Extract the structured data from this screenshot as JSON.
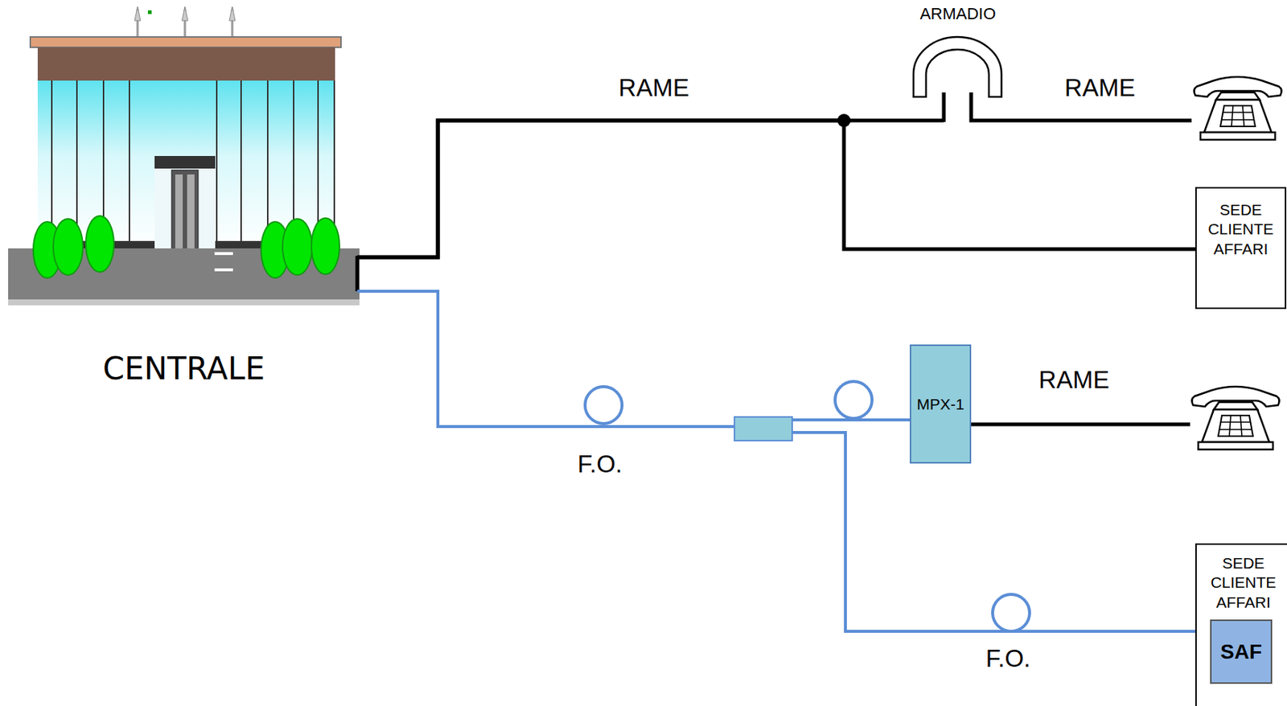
{
  "diagram": {
    "nodes": [
      {
        "text": [
          "CENTRALE"
        ]
      },
      {
        "text": [
          "ARMADIO"
        ]
      },
      {
        "text": [
          "SEDE CLIENTE AFFARI"
        ]
      },
      {
        "text": [
          "MPX-1"
        ]
      },
      {
        "text": [
          "SEDE CLIENTE AFFARI"
        ]
      },
      {
        "text": [
          "SAF"
        ],
        "in": 4
      }
    ],
    "edges": [
      {
        "from": 0,
        "to": 1,
        "label": "RAME",
        "arrow": "none"
      },
      {
        "from": 0,
        "to": 2,
        "arrow": "none"
      },
      {
        "from": 0,
        "to": 3,
        "label": "F.O.",
        "arrow": "none"
      },
      {
        "from": 0,
        "to": 4,
        "label": "F.O.",
        "arrow": "none"
      }
    ],
    "labels": [
      "RAME",
      "RAME"
    ]
  }
}
